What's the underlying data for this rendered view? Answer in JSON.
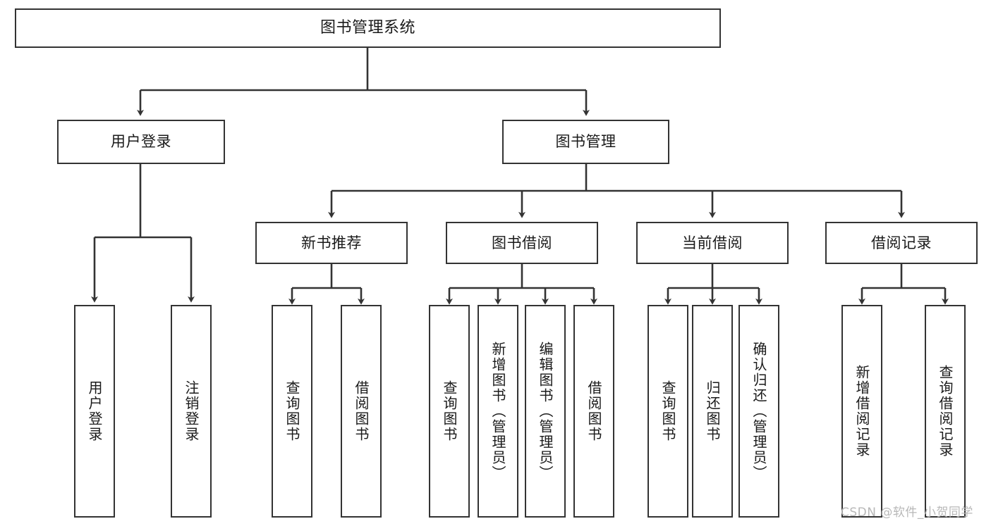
{
  "diagram": {
    "title": "图书管理系统",
    "stroke_color": "#333333",
    "background_color": "#ffffff",
    "watermark": "CSDN @软件_小贺同学",
    "nodes": {
      "root": {
        "label": "图书管理系统"
      },
      "level1": [
        {
          "id": "user-login",
          "label": "用户登录"
        },
        {
          "id": "book-management",
          "label": "图书管理"
        }
      ],
      "level2": [
        {
          "id": "new-book-recommend",
          "label": "新书推荐"
        },
        {
          "id": "book-borrow",
          "label": "图书借阅"
        },
        {
          "id": "current-borrow",
          "label": "当前借阅"
        },
        {
          "id": "borrow-record",
          "label": "借阅记录"
        }
      ],
      "leaves": {
        "user_login": [
          {
            "id": "login",
            "label": "用户登录"
          },
          {
            "id": "logout",
            "label": "注销登录"
          }
        ],
        "new_book_recommend": [
          {
            "id": "query-book-1",
            "label": "查询图书"
          },
          {
            "id": "borrow-book-1",
            "label": "借阅图书"
          }
        ],
        "book_borrow": [
          {
            "id": "query-book-2",
            "label": "查询图书"
          },
          {
            "id": "add-book",
            "label": "新增图书（管理员）"
          },
          {
            "id": "edit-book",
            "label": "编辑图书（管理员）"
          },
          {
            "id": "borrow-book-2",
            "label": "借阅图书"
          }
        ],
        "current_borrow": [
          {
            "id": "query-book-3",
            "label": "查询图书"
          },
          {
            "id": "return-book",
            "label": "归还图书"
          },
          {
            "id": "confirm-return",
            "label": "确认归还（管理员）"
          }
        ],
        "borrow_record": [
          {
            "id": "add-borrow-record",
            "label": "新增借阅记录"
          },
          {
            "id": "query-borrow-record",
            "label": "查询借阅记录"
          }
        ]
      }
    }
  }
}
